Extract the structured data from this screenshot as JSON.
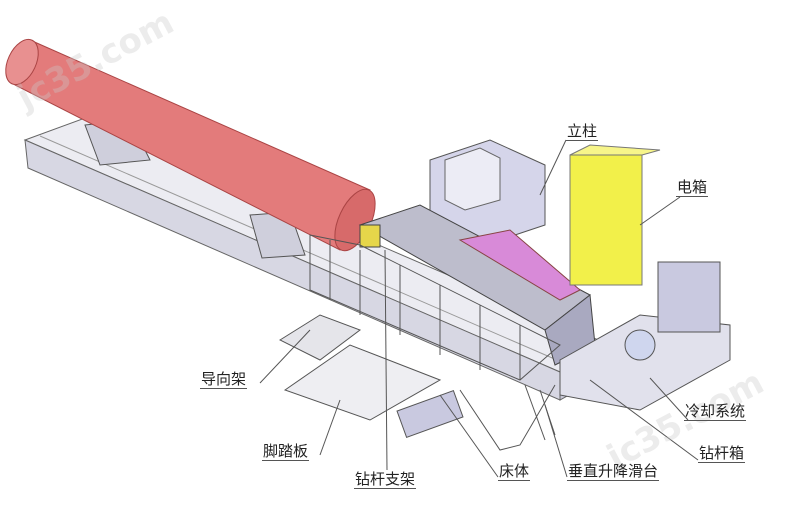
{
  "watermark": "jc35.com",
  "labels": {
    "column": "立柱",
    "electric_box": "电箱",
    "guide_frame": "导向架",
    "cooling_system": "冷却系统",
    "pedal": "脚踏板",
    "drill_rod_box": "钻杆箱",
    "drill_rod_support": "钻杆支架",
    "bed": "床体",
    "vertical_slide": "垂直升降滑台"
  },
  "colors": {
    "pipe": "#e37b7b",
    "electric_box": "#f2f04a",
    "body": "#d9d9e6",
    "frame": "#555555"
  }
}
